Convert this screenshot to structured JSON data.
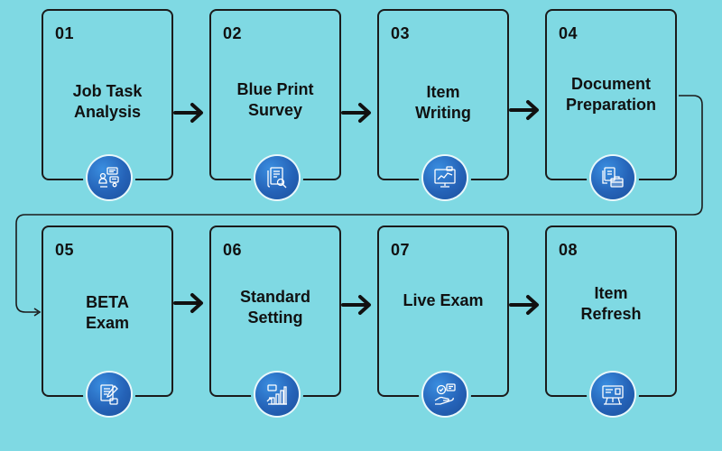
{
  "steps": [
    {
      "number": "01",
      "title": "Job Task\nAnalysis",
      "icon": "team-chat-icon"
    },
    {
      "number": "02",
      "title": "Blue Print\nSurvey",
      "icon": "document-search-icon"
    },
    {
      "number": "03",
      "title": "Item\nWriting",
      "icon": "computer-chart-icon"
    },
    {
      "number": "04",
      "title": "Document\nPreparation",
      "icon": "documents-briefcase-icon"
    },
    {
      "number": "05",
      "title": "BETA\nExam",
      "icon": "exam-pencil-icon"
    },
    {
      "number": "06",
      "title": "Standard\nSetting",
      "icon": "bar-chart-growth-icon"
    },
    {
      "number": "07",
      "title": "Live Exam",
      "icon": "hand-approval-icon"
    },
    {
      "number": "08",
      "title": "Item\nRefresh",
      "icon": "presentation-board-icon"
    }
  ],
  "colors": {
    "background": "#7fd9e3",
    "badge": "#2563b8",
    "stroke": "#1b1b1b"
  }
}
